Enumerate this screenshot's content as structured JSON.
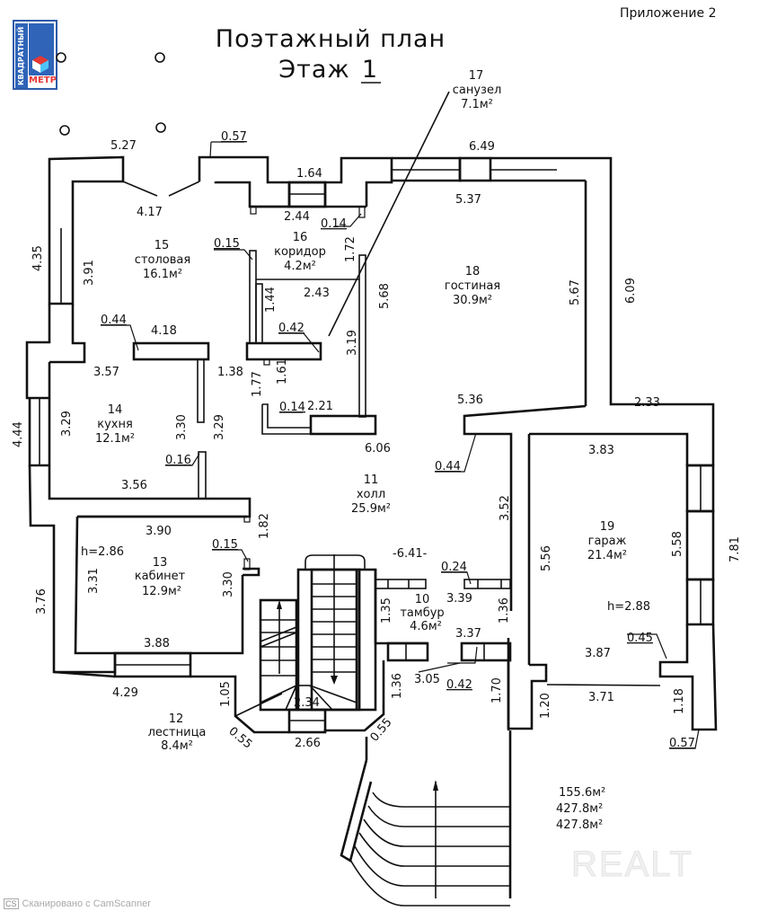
{
  "header": {
    "appendix": "Приложение 2",
    "title_line1": "Поэтажный план",
    "title_floor_prefix": "Этаж",
    "title_floor_number": "1"
  },
  "logo": {
    "vertical_text": "КВАДРАТНЫЙ",
    "bottom_text": "МЕТР",
    "colors": {
      "blue": "#2f64b8",
      "red": "#e53935",
      "light_blue": "#4fc3f7"
    }
  },
  "rooms": [
    {
      "number": "10",
      "name": "тамбур",
      "area": "4.6м²"
    },
    {
      "number": "11",
      "name": "холл",
      "area": "25.9м²"
    },
    {
      "number": "12",
      "name": "лестница",
      "area": "8.4м²"
    },
    {
      "number": "13",
      "name": "кабинет",
      "area": "12.9м²",
      "height": "h=2.86"
    },
    {
      "number": "14",
      "name": "кухня",
      "area": "12.1м²"
    },
    {
      "number": "15",
      "name": "столовая",
      "area": "16.1м²"
    },
    {
      "number": "16",
      "name": "коридор",
      "area": "4.2м²"
    },
    {
      "number": "17",
      "name": "санузел",
      "area": "7.1м²"
    },
    {
      "number": "18",
      "name": "гостиная",
      "area": "30.9м²"
    },
    {
      "number": "19",
      "name": "гараж",
      "area": "21.4м²",
      "height": "h=2.88"
    }
  ],
  "dimensions": {
    "d_5_27": "5.27",
    "d_0_57_top": "0.57",
    "d_1_64": "1.64",
    "d_6_49": "6.49",
    "d_4_17": "4.17",
    "d_2_44": "2.44",
    "d_0_14_top": "0.14",
    "d_5_37": "5.37",
    "d_4_35": "4.35",
    "d_3_91": "3.91",
    "d_0_15_a": "0.15",
    "d_1_72": "1.72",
    "d_5_68": "5.68",
    "d_5_67": "5.67",
    "d_6_09": "6.09",
    "d_2_43": "2.43",
    "d_1_44": "1.44",
    "d_0_44_a": "0.44",
    "d_4_18": "4.18",
    "d_0_42_a": "0.42",
    "d_3_19": "3.19",
    "d_3_57": "3.57",
    "d_1_38": "1.38",
    "d_1_77": "1.77",
    "d_1_61": "1.61",
    "d_0_14_b": "0.14",
    "d_2_21": "2.21",
    "d_5_36": "5.36",
    "d_2_33": "2.33",
    "d_4_44": "4.44",
    "d_3_29_a": "3.29",
    "d_3_30_a": "3.30",
    "d_3_29_b": "3.29",
    "d_6_06": "6.06",
    "d_0_16": "0.16",
    "d_0_44_b": "0.44",
    "d_3_83": "3.83",
    "d_3_56": "3.56",
    "d_3_52": "3.52",
    "d_3_90": "3.90",
    "d_1_82": "1.82",
    "d_0_15_b": "0.15",
    "d_6_41": "-6.41-",
    "d_0_24": "0.24",
    "d_5_56": "5.56",
    "d_5_58": "5.58",
    "d_7_81": "7.81",
    "d_3_31": "3.31",
    "d_3_30_b": "3.30",
    "d_3_76": "3.76",
    "d_1_35": "1.35",
    "d_3_39": "3.39",
    "d_1_36_a": "1.36",
    "d_3_37": "3.37",
    "d_0_45": "0.45",
    "d_3_88": "3.88",
    "d_3_87": "3.87",
    "d_3_05": "3.05",
    "d_0_42_b": "0.42",
    "d_4_29": "4.29",
    "d_1_05": "1.05",
    "d_1_36_b": "1.36",
    "d_1_70": "1.70",
    "d_3_71": "3.71",
    "d_2_34": "2.34",
    "d_1_20": "1.20",
    "d_1_18": "1.18",
    "d_0_55_a": "0.55",
    "d_2_66": "2.66",
    "d_0_55_b": "0.55",
    "d_0_57_b": "0.57"
  },
  "totals": [
    "155.6м²",
    "427.8м²",
    "427.8м²"
  ],
  "footer": {
    "badge": "CS",
    "scanner_text": "Сканировано с CamScanner"
  },
  "watermark": "REALT"
}
